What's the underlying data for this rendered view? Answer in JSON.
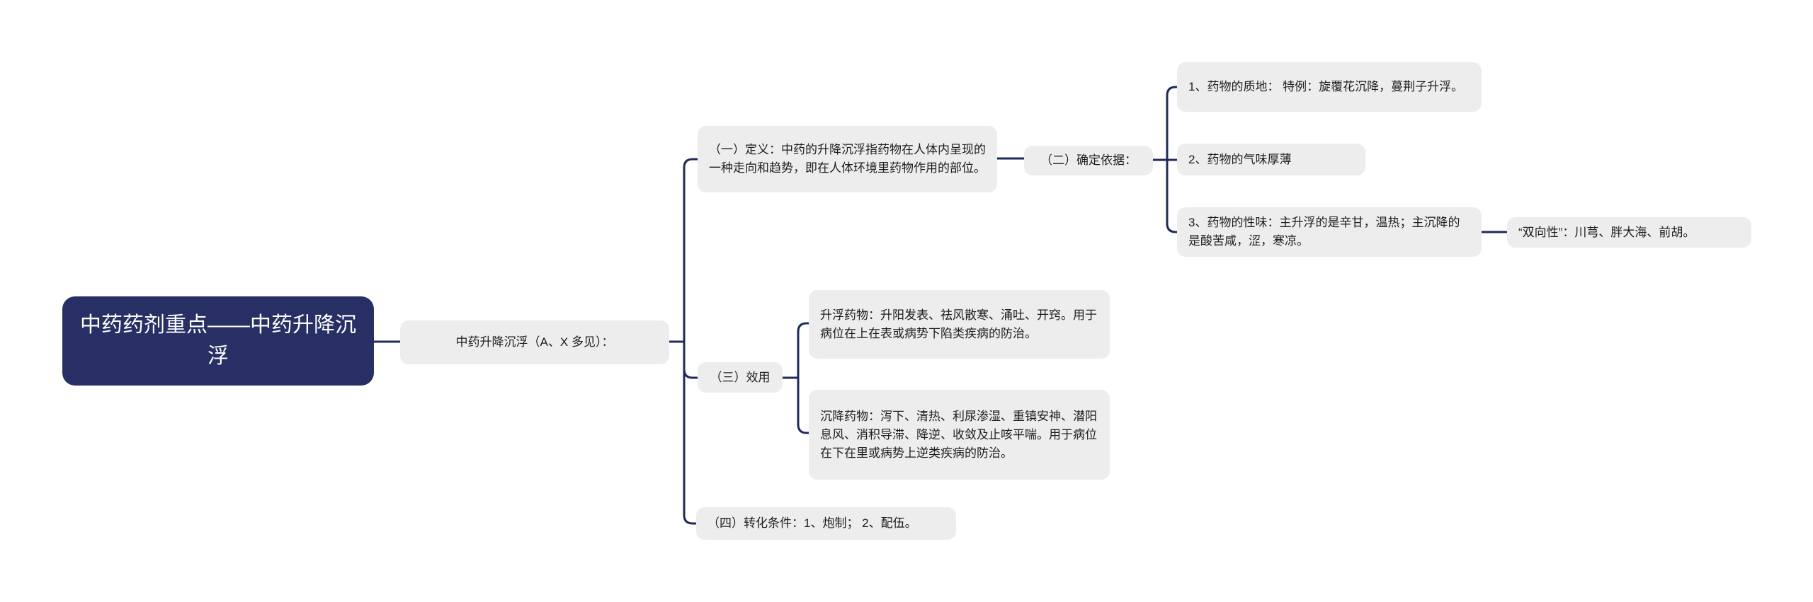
{
  "colors": {
    "canvas_bg": "#ffffff",
    "root_bg": "#272f64",
    "root_text": "#ffffff",
    "node_bg": "#ededed",
    "node_text": "#1d1d1f",
    "connector_line": "#1f2a5a"
  },
  "mindmap": {
    "root": {
      "label": "中药药剂重点——中药升降沉浮"
    },
    "topic": {
      "label": "中药升降沉浮（A、X 多见）："
    },
    "definition": {
      "label": "（一）定义：中药的升降沉浮指药物在人体内呈现的一种走向和趋势，即在人体环境里药物作用的部位。"
    },
    "basis": {
      "label": "（二）确定依据：",
      "items": [
        {
          "label": "1、药物的质地： 特例：旋覆花沉降，蔓荆子升浮。"
        },
        {
          "label": "2、药物的气味厚薄"
        },
        {
          "label": "3、药物的性味：主升浮的是辛甘，温热；主沉降的是酸苦咸，涩，寒凉。"
        }
      ],
      "bidirectional": {
        "label": "“双向性”：川芎、胖大海、前胡。"
      }
    },
    "effect": {
      "label": "（三）效用",
      "items": [
        {
          "label": "升浮药物：升阳发表、祛风散寒、涌吐、开窍。用于病位在上在表或病势下陷类疾病的防治。"
        },
        {
          "label": "沉降药物：泻下、清热、利尿渗湿、重镇安神、潜阳息风、消积导滞、降逆、收敛及止咳平喘。用于病位在下在里或病势上逆类疾病的防治。"
        }
      ]
    },
    "transformation": {
      "label": "（四）转化条件：1、炮制； 2、配伍。"
    }
  }
}
